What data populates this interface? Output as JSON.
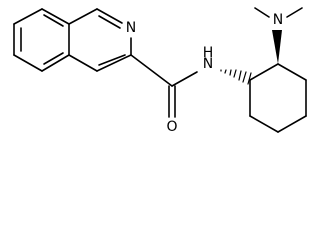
{
  "atoms": {
    "ring_n": "N",
    "amide_nh": "N",
    "amide_h": "H",
    "amide_o": "O",
    "amine_n": "N"
  },
  "colors": {
    "ink": "#000000",
    "background": "#ffffff"
  }
}
